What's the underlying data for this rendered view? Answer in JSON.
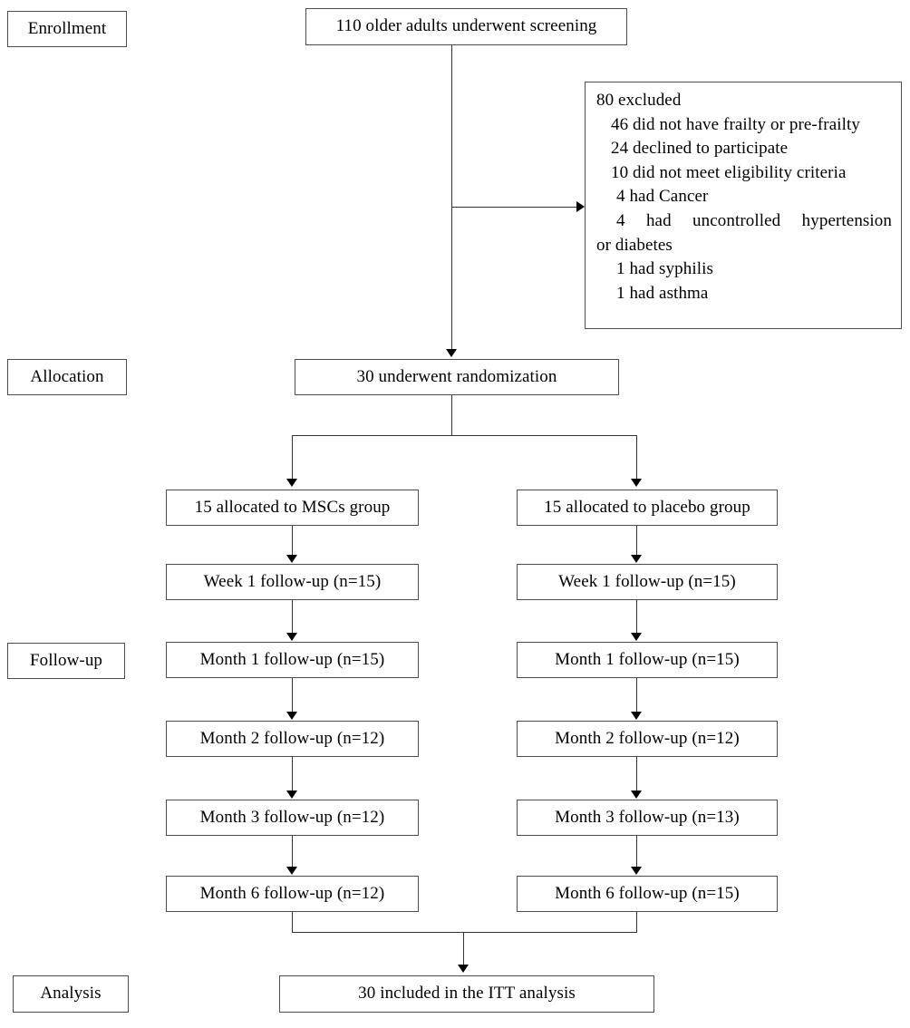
{
  "diagram": {
    "title": "CONSORT participant flow diagram",
    "type": "flowchart"
  },
  "stages": {
    "enrollment": "Enrollment",
    "allocation": "Allocation",
    "followup": "Follow-up",
    "analysis": "Analysis"
  },
  "enrollment": {
    "screening": "110 older adults underwent screening",
    "excluded": {
      "heading": "80 excluded",
      "reasons": [
        "46 did not have frailty or pre-frailty",
        "24 declined to participate",
        "10 did not meet eligibility criteria",
        "4 had Cancer",
        "4 had uncontrolled hypertension",
        "or diabetes",
        "1 had syphilis",
        "1 had asthma"
      ],
      "reason_wrapped_first": "4  had  uncontrolled  hypertension",
      "reason_wrapped_second": "or diabetes"
    }
  },
  "allocation": {
    "randomization": "30 underwent randomization",
    "arms": [
      {
        "label": "15 allocated to MSCs group"
      },
      {
        "label": "15 allocated to placebo group"
      }
    ]
  },
  "followup": {
    "msc": [
      "Week 1 follow-up (n=15)",
      "Month 1 follow-up (n=15)",
      "Month 2 follow-up (n=12)",
      "Month 3 follow-up (n=12)",
      "Month 6 follow-up (n=12)"
    ],
    "placebo": [
      "Week 1 follow-up (n=15)",
      "Month 1 follow-up (n=15)",
      "Month 2 follow-up (n=12)",
      "Month 3 follow-up (n=13)",
      "Month 6 follow-up (n=15)"
    ]
  },
  "analysis": {
    "itt": "30 included in the ITT analysis"
  },
  "colors": {
    "box_border": "#4d4d4d",
    "connector": "#333333",
    "background": "#ffffff",
    "text": "#000000"
  }
}
